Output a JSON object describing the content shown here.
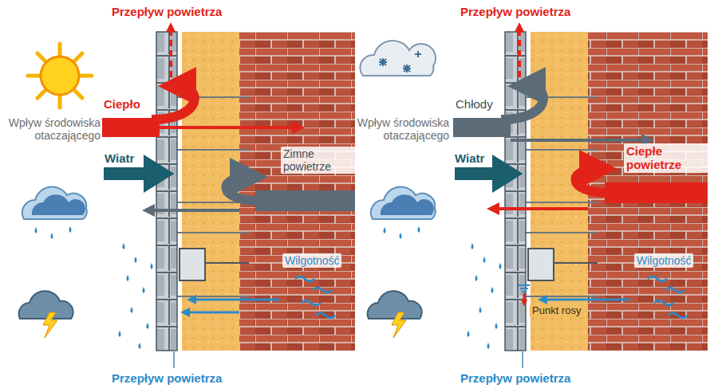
{
  "diagram": {
    "labels": [
      "Przepływ powietrza",
      "Ciepło",
      "Wpływ środowiska otaczającego",
      "Wiatr",
      "Zimne powietrze",
      "Wilgotność",
      "Przepływ powietrza",
      "Przepływ powietrza",
      "Chłody",
      "Wpływ środowiska otaczającego",
      "Wiatr",
      "Ciepłe powietrze",
      "Wilgotność",
      "Punkt rosy",
      "Przepływ powietrza"
    ]
  }
}
